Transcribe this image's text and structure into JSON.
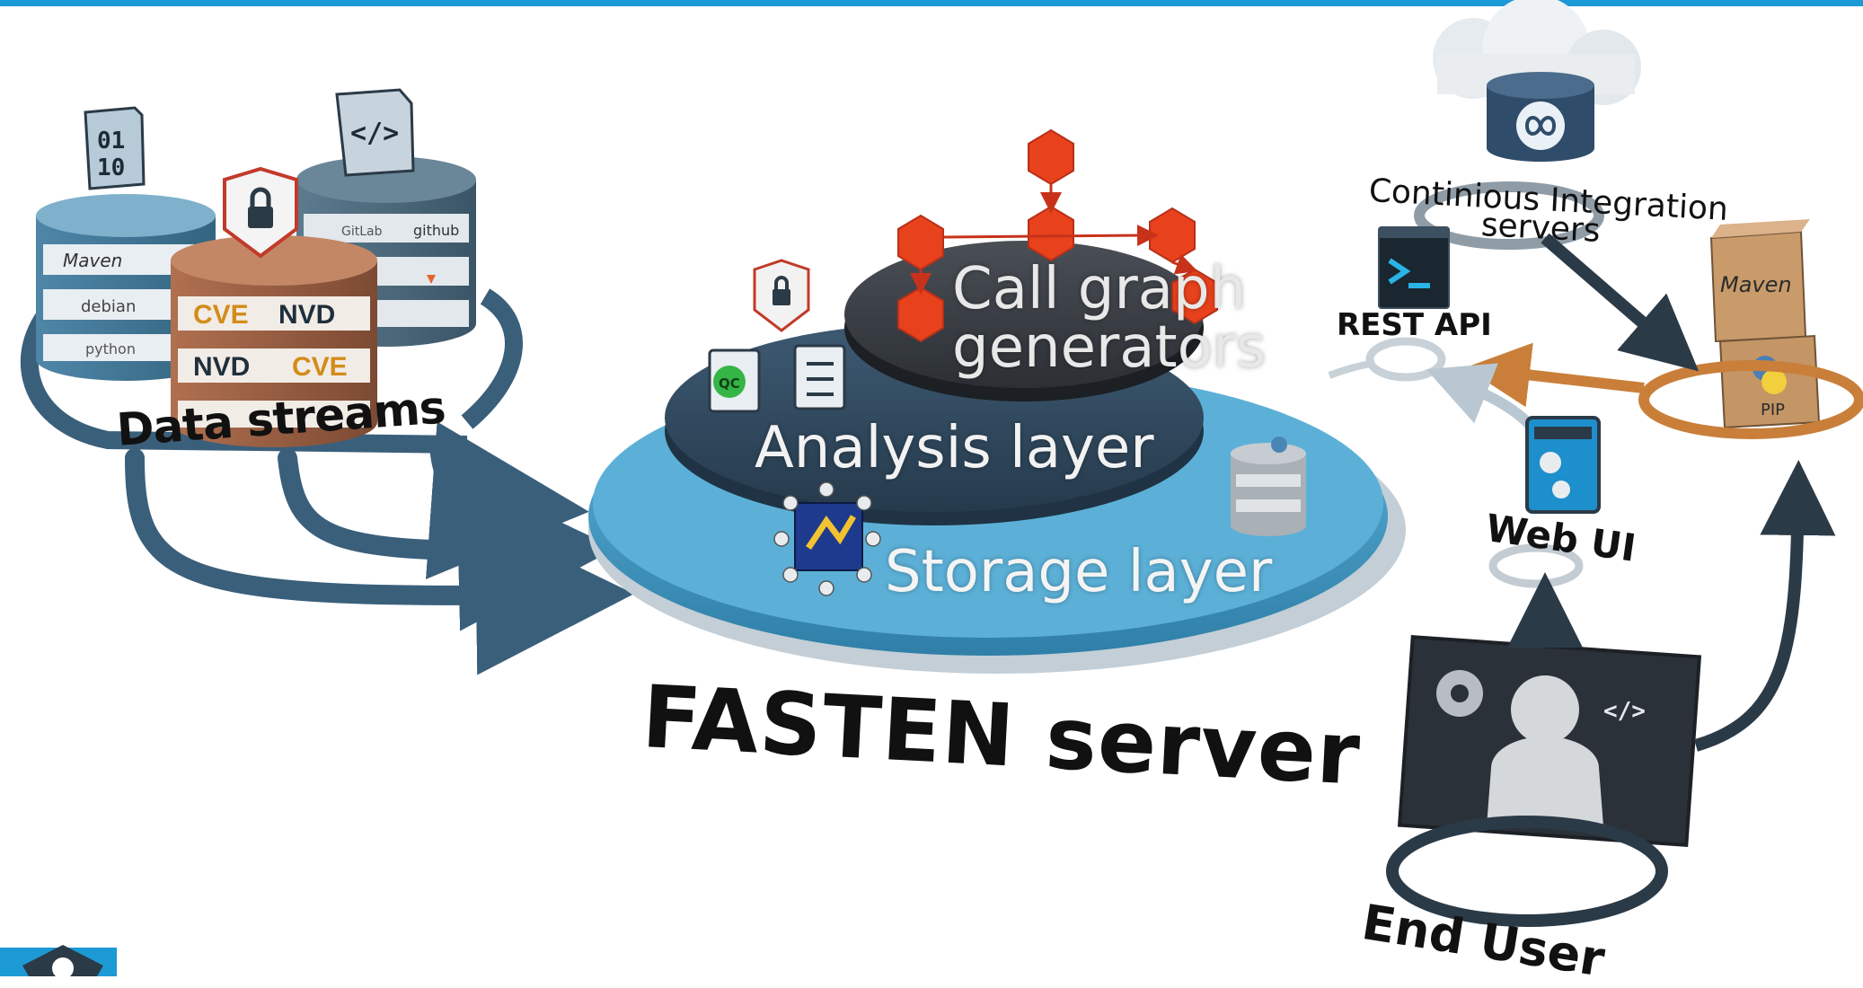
{
  "diagram": {
    "data_streams_label": "Data streams",
    "call_graph_label_line1": "Call graph",
    "call_graph_label_line2": "generators",
    "analysis_label": "Analysis layer",
    "storage_label": "Storage layer",
    "server_label": "FASTEN server",
    "ci_label_line1": "Continious Integration",
    "ci_label_line2": "servers",
    "rest_label": "REST API",
    "webui_label": "Web UI",
    "enduser_label": "End User"
  },
  "icons": {
    "binary_text_line1": "01",
    "binary_text_line2": "10",
    "code_text": "</>",
    "maven": "Maven",
    "debian": "debian",
    "python": "python",
    "github": "github",
    "gitlab": "GitLab",
    "hub": "hub",
    "cve": "CVE",
    "nvd": "NVD",
    "qc": "QC",
    "pip": "PIP",
    "monitor_code": "</>"
  },
  "colors": {
    "top_bar": "#1c9ad6",
    "platform_light": "#4aa6cf",
    "platform_dark": "#2c4a63",
    "cg_red": "#e8421c",
    "arrow_blue": "#3a5f7b",
    "arrow_dark": "#2b3a47",
    "arrow_orange": "#c97f3a"
  }
}
